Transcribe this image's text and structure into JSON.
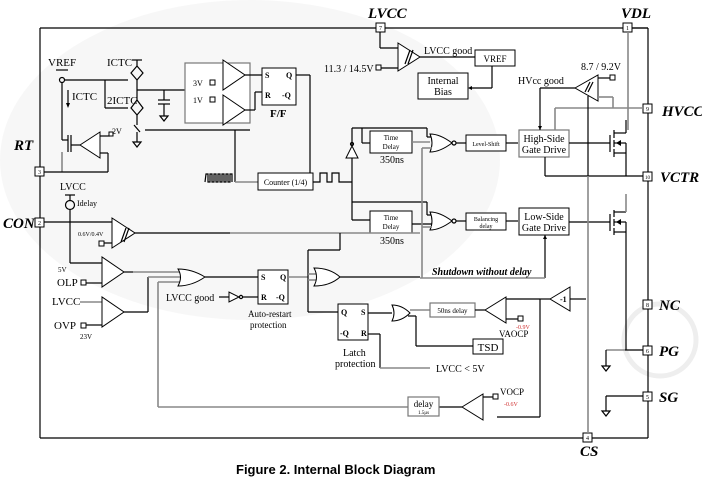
{
  "figure": {
    "caption": "Figure 2.   Internal Block Diagram"
  },
  "pins": {
    "lvcc": {
      "name": "LVCC",
      "number": "7"
    },
    "vdl": {
      "name": "VDL",
      "number": "1"
    },
    "hvcc": {
      "name": "HVCC",
      "number": "9"
    },
    "vctr": {
      "name": "VCTR",
      "number": "10"
    },
    "rt": {
      "name": "RT",
      "number": "3"
    },
    "con": {
      "name": "CON",
      "number": "2"
    },
    "nc": {
      "name": "NC",
      "number": "8"
    },
    "pg": {
      "name": "PG",
      "number": "6"
    },
    "sg": {
      "name": "SG",
      "number": "5"
    },
    "cs": {
      "name": "CS",
      "number": "4"
    }
  },
  "labels": {
    "vref_node": "VREF",
    "ictc_top": "ICTC",
    "ictc_mirror": "ICTC",
    "two_ictc": "2ICTC",
    "ref_2v": "2V",
    "ref_3v": "3V",
    "ref_1v": "1V",
    "ff": "F/F",
    "ff_s": "S",
    "ff_r": "R",
    "ff_q": "Q",
    "ff_qn": "-Q",
    "lvcc_threshold": "11.3 / 14.5V",
    "lvcc_good": "LVCC good",
    "vref_block": "VREF",
    "internal_bias_1": "Internal",
    "internal_bias_2": "Bias",
    "hvcc_threshold": "8.7 / 9.2V",
    "hvcc_good": "HVcc good",
    "high_side_1": "High-Side",
    "high_side_2": "Gate Drive",
    "low_side_1": "Low-Side",
    "low_side_2": "Gate Drive",
    "level_shift": "Level-Shift",
    "balancing_1": "Balancing",
    "balancing_2": "delay",
    "time_delay_1": "Time",
    "time_delay_2": "Delay",
    "delay_350_top": "350ns",
    "delay_350_bottom": "350ns",
    "counter": "Counter (1/4)",
    "lvcc_con": "LVCC",
    "idelay": "Idelay",
    "con_threshold": "0.6V/0.4V",
    "olp_ref": "5V",
    "olp": "OLP",
    "lvcc_ovp": "LVCC",
    "ovp": "OVP",
    "ovp_ref": "23V",
    "lvcc_good_2": "LVCC good",
    "auto_restart_1": "Auto-restart",
    "auto_restart_2": "protection",
    "latch_1": "Latch",
    "latch_2": "protection",
    "shutdown": "Shutdown without delay",
    "delay_50ns": "50ns delay",
    "vaocp": "VAOCP",
    "vaocp_val": "-0.9V",
    "tsd": "TSD",
    "lvcc_lt_5v": "LVCC < 5V",
    "inverter_gain": "-1",
    "vocp": "VOCP",
    "vocp_val": "-0.6V",
    "delay_block_1": "delay",
    "delay_block_2": "1.5µs"
  }
}
